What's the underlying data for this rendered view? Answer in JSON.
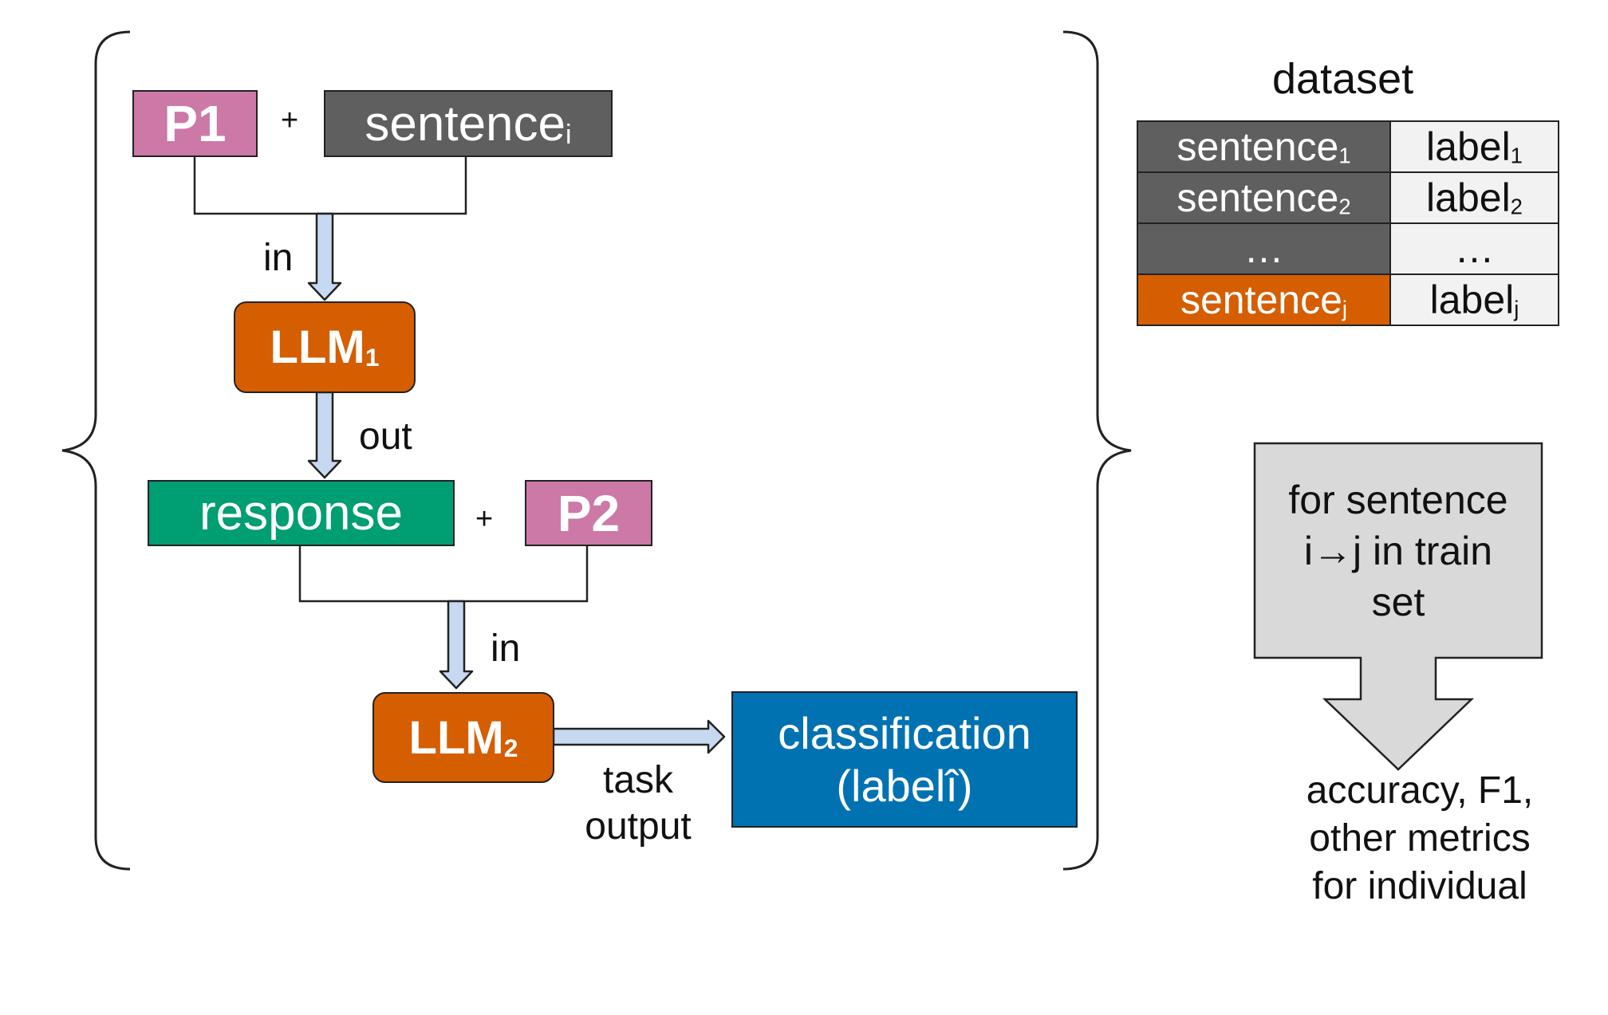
{
  "colors": {
    "prompt": "#cc79a7",
    "sentence": "#5f5f5f",
    "llm": "#d55e00",
    "response": "#009e73",
    "classification": "#0072b2",
    "arrow_fill": "#c6d9f0",
    "loop_box": "#d9d9d9",
    "cell_light": "#f2f2f2"
  },
  "pipeline": {
    "p1": "P1",
    "plus_1": "+",
    "sentence_base": "sentence",
    "sentence_sub": "i",
    "in_1": "in",
    "llm1_base": "LLM",
    "llm1_sub": "1",
    "out": "out",
    "response": "response",
    "plus_2": "+",
    "p2": "P2",
    "in_2": "in",
    "llm2_base": "LLM",
    "llm2_sub": "2",
    "task_line1": "task",
    "task_line2": "output",
    "classification_line1": "classification",
    "classification_line2": "(labelî)"
  },
  "dataset": {
    "title": "dataset",
    "rows": [
      {
        "sentence": "sentence",
        "sentence_sub": "1",
        "label": "label",
        "label_sub": "1"
      },
      {
        "sentence": "sentence",
        "sentence_sub": "2",
        "label": "label",
        "label_sub": "2"
      },
      {
        "sentence": "…",
        "sentence_sub": "",
        "label": "…",
        "label_sub": ""
      },
      {
        "sentence": "sentence",
        "sentence_sub": "j",
        "label": "label",
        "label_sub": "j"
      }
    ]
  },
  "loop": {
    "line1": "for sentence",
    "line2": "i→j in train",
    "line3": "set"
  },
  "metrics": {
    "line1": "accuracy, F1,",
    "line2": "other metrics",
    "line3": "for individual"
  }
}
